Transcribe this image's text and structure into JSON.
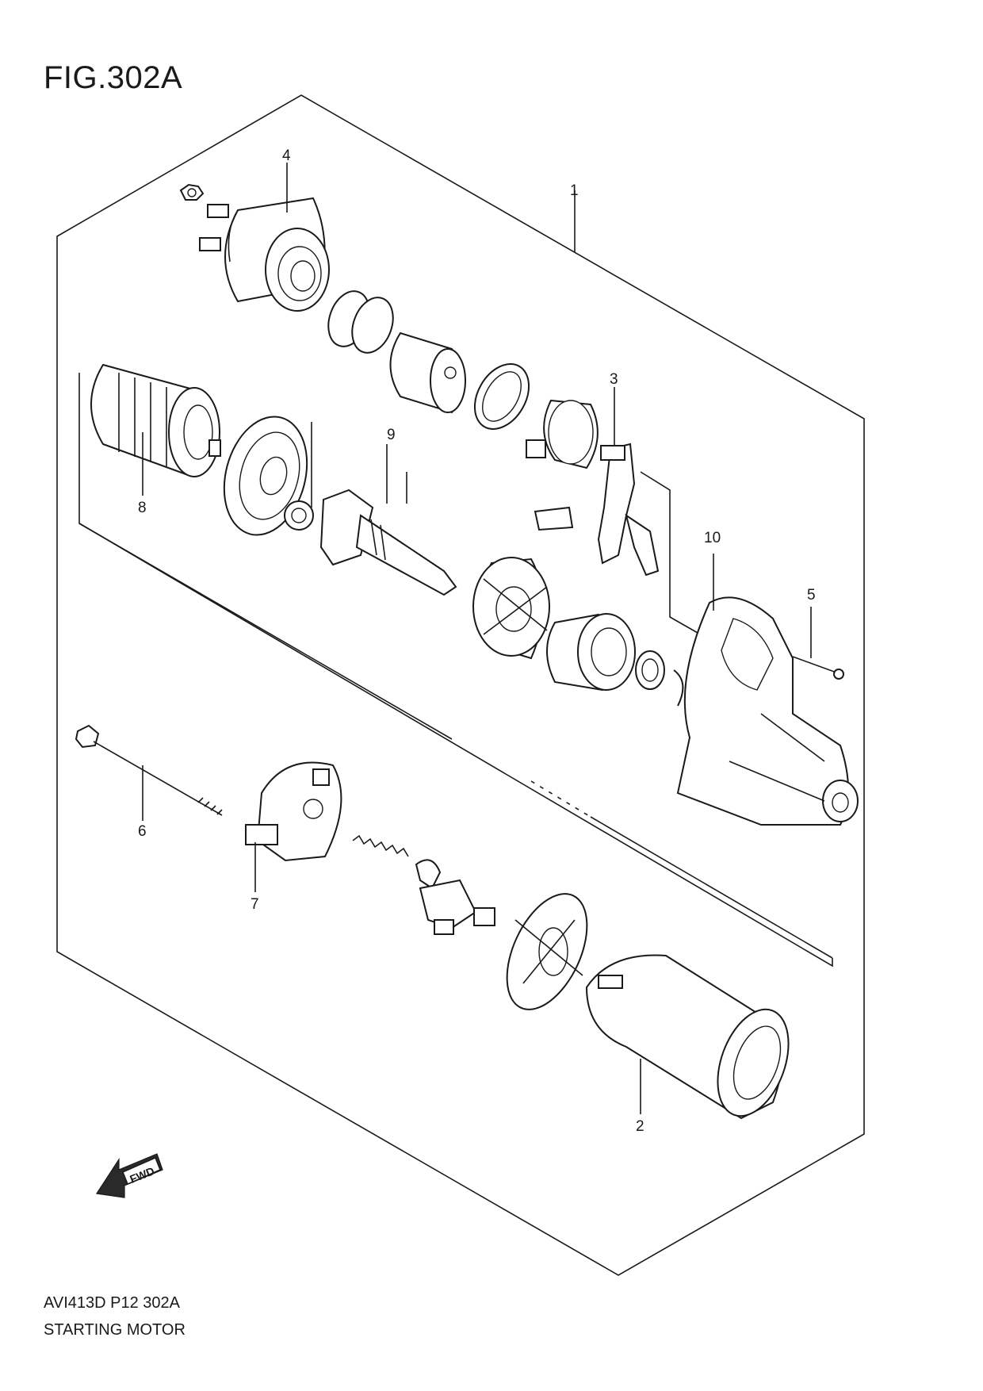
{
  "figure": {
    "title": "FIG.302A",
    "code": "AVI413D P12 302A",
    "name": "STARTING MOTOR"
  },
  "callouts": [
    "1",
    "2",
    "3",
    "4",
    "5",
    "6",
    "7",
    "8",
    "9",
    "10"
  ],
  "fwd_label": "FWD"
}
